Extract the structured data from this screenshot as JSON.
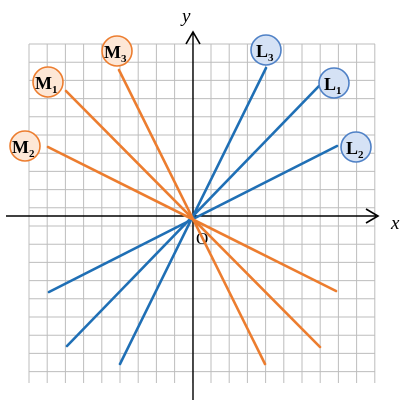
{
  "axes": {
    "x_label": "x",
    "y_label": "y",
    "origin_label": "O"
  },
  "colors": {
    "grid": "#bdbdbd",
    "axis": "#000000",
    "l_series": "#1f6fb5",
    "m_series": "#ec7d2f",
    "l_circle_fill": "#d5e2f5",
    "l_circle_stroke": "#4f81c6",
    "m_circle_fill": "#fde7d6",
    "m_circle_stroke": "#ec7d2f"
  },
  "lines": {
    "L1": {
      "letter": "L",
      "sub": "1",
      "color": "blue"
    },
    "L2": {
      "letter": "L",
      "sub": "2",
      "color": "blue"
    },
    "L3": {
      "letter": "L",
      "sub": "3",
      "color": "blue"
    },
    "M1": {
      "letter": "M",
      "sub": "1",
      "color": "orange"
    },
    "M2": {
      "letter": "M",
      "sub": "2",
      "color": "orange"
    },
    "M3": {
      "letter": "M",
      "sub": "3",
      "color": "orange"
    }
  }
}
